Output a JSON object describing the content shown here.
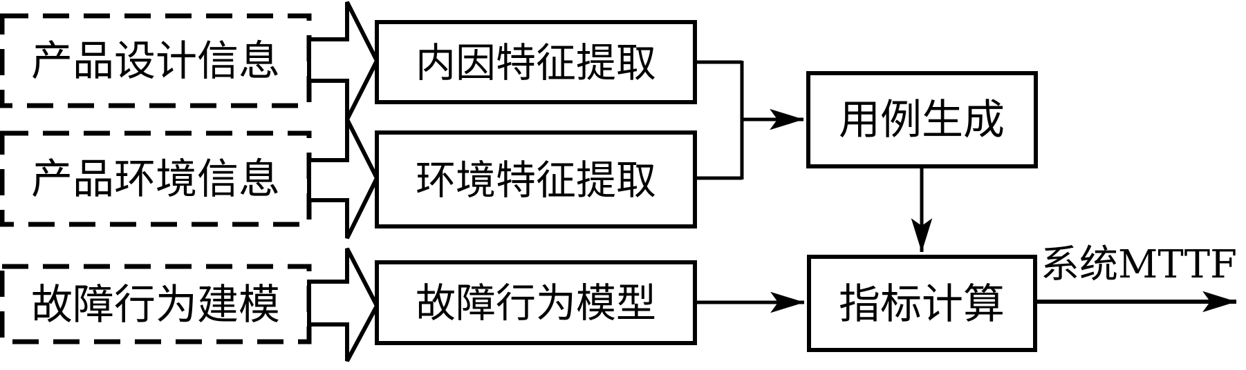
{
  "diagram": {
    "title": "reliability-evaluation-flowchart",
    "background_color": "#ffffff",
    "line_color": "#000000",
    "inputs": [
      {
        "label": "产品设计信息"
      },
      {
        "label": "产品环境信息"
      },
      {
        "label": "故障行为建模"
      }
    ],
    "processes": [
      {
        "label": "内因特征提取"
      },
      {
        "label": "环境特征提取"
      },
      {
        "label": "故障行为模型"
      }
    ],
    "stages": [
      {
        "label": "用例生成"
      },
      {
        "label": "指标计算"
      }
    ],
    "output_label": "系统MTTF"
  }
}
